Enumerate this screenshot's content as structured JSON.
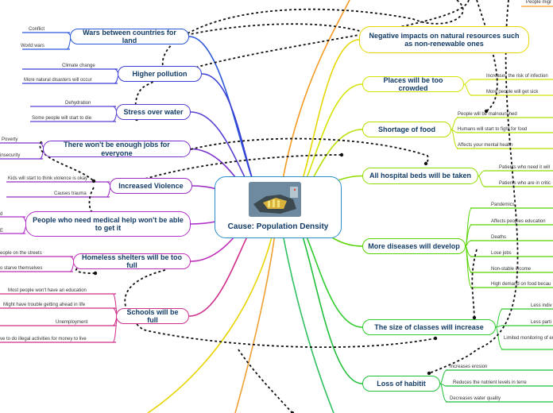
{
  "central": {
    "title": "Cause: Population Density",
    "image_icon": "city-photo"
  },
  "left_topics": [
    {
      "key": "wars",
      "label": "Wars between countries for land",
      "color": "#2b57d9",
      "leaves": [
        "Conflict",
        "World wars"
      ]
    },
    {
      "key": "pollution",
      "label": "Higher pollution",
      "color": "#3a3fd6",
      "leaves": [
        "Climate change",
        "More natural disasters will occur"
      ]
    },
    {
      "key": "water",
      "label": "Stress over water",
      "color": "#5a3fd0",
      "leaves": [
        "Dehydration",
        "Some people will start to die"
      ]
    },
    {
      "key": "jobs",
      "label": "There won't be enough jobs for everyone",
      "color": "#7a2fcf",
      "leaves": [
        "Poverty",
        "insecurity"
      ]
    },
    {
      "key": "violence",
      "label": "Increased Violence",
      "color": "#9b2fc4",
      "leaves": [
        "Kids will start to think violence is okay",
        "Causes trauma"
      ]
    },
    {
      "key": "medical",
      "label": "People who need medical help won't be able to get it",
      "color": "#b12fcb",
      "leaves": [
        "d",
        "E"
      ]
    },
    {
      "key": "shelters",
      "label": "Homeless shelters will be too full",
      "color": "#c02fb8",
      "leaves": [
        "eople on the streets",
        "o starve themselves"
      ]
    },
    {
      "key": "schools",
      "label": "Schools will be full",
      "color": "#d12f8c",
      "leaves": [
        "Most people won't have an education",
        "Might have trouble getting ahead in life",
        "Unemployment",
        "ve to do illegal activities for money to live"
      ]
    }
  ],
  "right_topics": [
    {
      "key": "negative",
      "label": "Negative impacts on natural resources such as non-renewable ones",
      "color": "#e6d600",
      "leaves": []
    },
    {
      "key": "crowded",
      "label": "Places will be too crowded",
      "color": "#d4e400",
      "leaves": [
        "Increases the risk of infection",
        "More people will get sick"
      ]
    },
    {
      "key": "food",
      "label": "Shortage of food",
      "color": "#b5e000",
      "leaves": [
        "People will be malnourished",
        "Humans will start to fight for food",
        "Affects your mental health"
      ]
    },
    {
      "key": "beds",
      "label": "All hospital beds will be taken",
      "color": "#8fdc00",
      "leaves": [
        "Patients who need it will",
        "Patients who are in critic"
      ]
    },
    {
      "key": "diseases",
      "label": "More diseases will develop",
      "color": "#55d400",
      "leaves": [
        "Pandemics",
        "Affects peoples education",
        "Deaths",
        "Lose jobs",
        "Non-stable income",
        "High demand on food becau"
      ]
    },
    {
      "key": "classes",
      "label": "The size of classes will increase",
      "color": "#2fcc2f",
      "leaves": [
        "Less indiv",
        "Less parti",
        "Limited monitoring of engaging"
      ]
    },
    {
      "key": "habitat",
      "label": "Loss of habitit",
      "color": "#1fbf3a",
      "leaves": [
        "Increases erosion",
        "Reduces the nutrient levels in terre",
        "Decreases water quality"
      ]
    }
  ],
  "top_right_leaf": "People migr"
}
